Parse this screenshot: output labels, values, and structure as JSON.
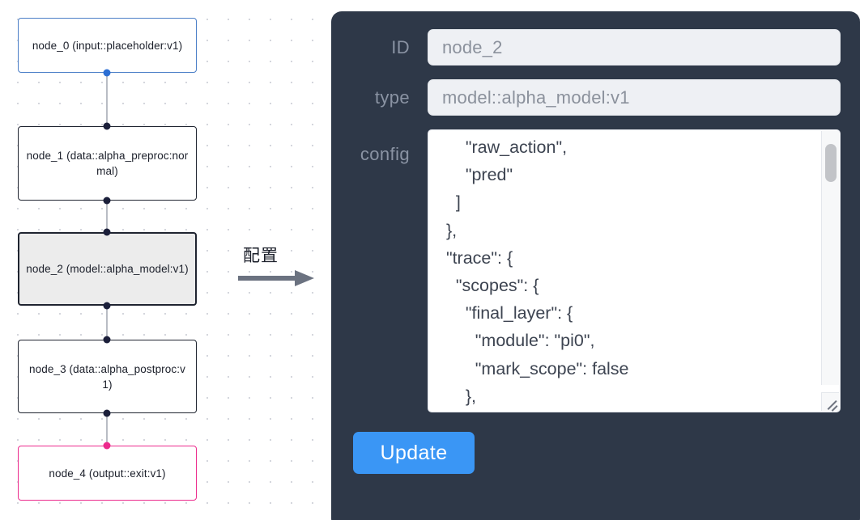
{
  "flow": {
    "nodes": [
      {
        "id": "node_0",
        "label": "node_0\n(input::placeholder:v1)",
        "kind": "input"
      },
      {
        "id": "node_1",
        "label": "node_1\n(data::alpha_preproc:normal)",
        "kind": "default"
      },
      {
        "id": "node_2",
        "label": "node_2\n(model::alpha_model:v1)",
        "kind": "selected"
      },
      {
        "id": "node_3",
        "label": "node_3\n(data::alpha_postproc:v1)",
        "kind": "default"
      },
      {
        "id": "node_4",
        "label": "node_4\n(output::exit:v1)",
        "kind": "output"
      }
    ],
    "edges": [
      {
        "from": "node_0",
        "to": "node_1"
      },
      {
        "from": "node_1",
        "to": "node_2"
      },
      {
        "from": "node_2",
        "to": "node_3"
      },
      {
        "from": "node_3",
        "to": "node_4"
      }
    ],
    "colors": {
      "input_border": "#4a7ec7",
      "output_border": "#ec2a8c",
      "default_border": "#1f2430",
      "selected_fill": "#ececec"
    }
  },
  "annotation": {
    "label": "配置",
    "arrow": "arrow-right"
  },
  "panel": {
    "background": "#2e3848",
    "fields": [
      {
        "label": "ID",
        "value": "node_2"
      },
      {
        "label": "type",
        "value": "model::alpha_model:v1"
      }
    ],
    "config": {
      "label": "config",
      "value": "      \"raw_action\",\n      \"pred\"\n    ]\n  },\n  \"trace\": {\n    \"scopes\": {\n      \"final_layer\": {\n        \"module\": \"pi0\",\n        \"mark_scope\": false\n      },\n      \"action_model\": {"
    },
    "update_button": {
      "label": "Update",
      "color": "#3a96f5"
    }
  }
}
